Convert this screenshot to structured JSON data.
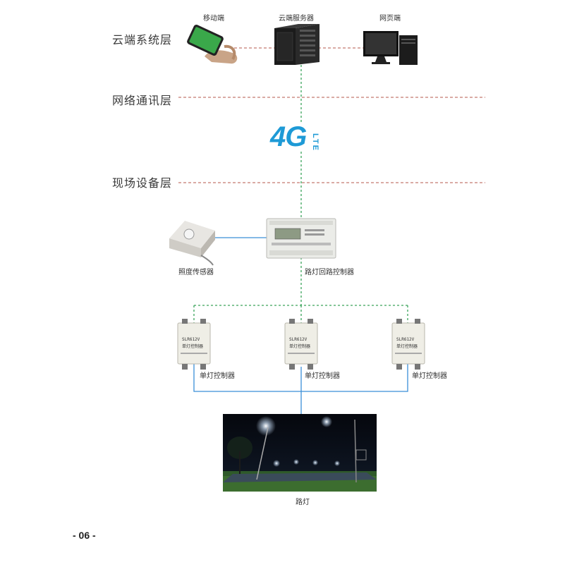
{
  "layers": {
    "cloud": "云端系统层",
    "network": "网络通讯层",
    "field": "现场设备层"
  },
  "nodes": {
    "mobile": "移动端",
    "server": "云端服务器",
    "web": "网页端",
    "light_sensor": "照度传感器",
    "loop_controller": "路灯回路控制器",
    "single_controller": "单灯控制器",
    "street_light": "路灯"
  },
  "badge": {
    "big": "4G",
    "small": "LTE"
  },
  "device_text": {
    "model": "SLR612V",
    "title": "单灯控制器"
  },
  "page_number": "- 06 -",
  "colors": {
    "layer_line": "#b5574b",
    "link_green": "#3aa35a",
    "link_blue": "#3a8fd8",
    "badge_blue": "#1e9ad6"
  }
}
